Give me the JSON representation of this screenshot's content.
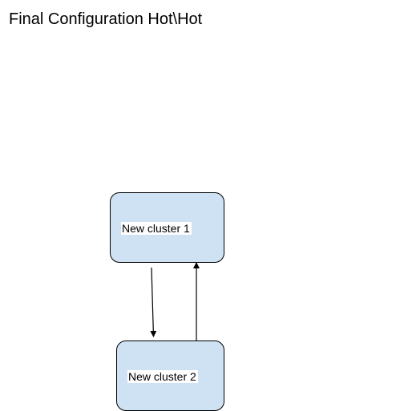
{
  "title": "Final Configuration Hot\\Hot",
  "colors": {
    "node_fill": "#cfe2f3",
    "stroke": "#000000",
    "label_background": "#ffffff"
  },
  "nodes": [
    {
      "label": "New cluster 1"
    },
    {
      "label": "New cluster 2"
    }
  ],
  "edges": [
    {
      "from": "New cluster 1",
      "to": "New cluster 2"
    },
    {
      "from": "New cluster 2",
      "to": "New cluster 1"
    }
  ]
}
